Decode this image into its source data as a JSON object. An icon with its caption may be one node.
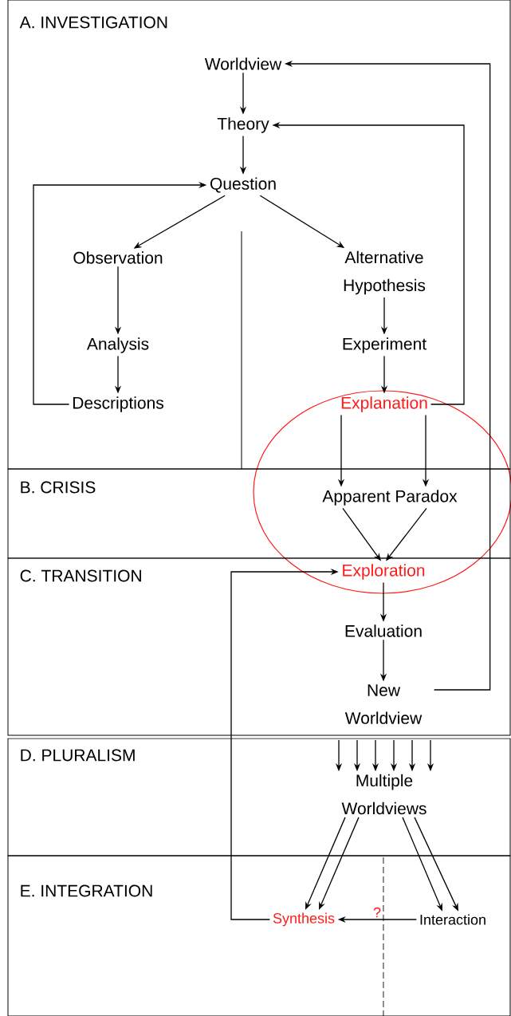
{
  "diagram": {
    "nodes": [
      {
        "text": [
          "A. INVESTIGATION"
        ]
      },
      {
        "text": [
          "Worldview"
        ],
        "in": 0
      },
      {
        "text": [
          "Theory"
        ],
        "in": 0
      },
      {
        "text": [
          "Question"
        ],
        "in": 0
      },
      {
        "text": [
          "Observation"
        ],
        "in": 0
      },
      {
        "text": [
          "Alternative Hypothesis"
        ],
        "in": 0
      },
      {
        "text": [
          "Analysis"
        ],
        "in": 0
      },
      {
        "text": [
          "Experiment"
        ],
        "in": 0
      },
      {
        "text": [
          "Descriptions"
        ],
        "in": 0
      },
      {
        "text": [
          "Explanation"
        ],
        "in": 0
      },
      {
        "text": [
          "B. CRISIS"
        ]
      },
      {
        "text": [
          "Apparent Paradox"
        ],
        "in": 10
      },
      {
        "text": [
          "C. TRANSITION"
        ]
      },
      {
        "text": [
          "Exploration"
        ],
        "in": 12
      },
      {
        "text": [
          "Evaluation"
        ],
        "in": 12
      },
      {
        "text": [
          "New Worldview"
        ],
        "in": 12
      },
      {
        "text": [
          "D. PLURALISM"
        ]
      },
      {
        "text": [
          "Multiple Worldviews"
        ],
        "in": 16
      },
      {
        "text": [
          "E. INTEGRATION"
        ]
      },
      {
        "text": [
          "Synthesis"
        ],
        "in": 18
      },
      {
        "text": [
          "Interaction"
        ],
        "in": 18
      }
    ],
    "edges": [
      {
        "from": 1,
        "to": 2,
        "arrow": "to"
      },
      {
        "from": 2,
        "to": 3,
        "arrow": "to"
      },
      {
        "from": 3,
        "to": 4,
        "arrow": "to"
      },
      {
        "from": 3,
        "to": 5,
        "arrow": "to"
      },
      {
        "from": 4,
        "to": 6,
        "arrow": "to"
      },
      {
        "from": 6,
        "to": 8,
        "arrow": "to"
      },
      {
        "from": 8,
        "to": 3,
        "arrow": "to"
      },
      {
        "from": 5,
        "to": 7,
        "arrow": "to"
      },
      {
        "from": 7,
        "to": 9,
        "arrow": "to"
      },
      {
        "from": 9,
        "to": 2,
        "arrow": "to"
      },
      {
        "from": 9,
        "to": 11,
        "arrow": "to"
      },
      {
        "from": 9,
        "to": 11,
        "arrow": "to"
      },
      {
        "from": 11,
        "to": 13,
        "arrow": "to"
      },
      {
        "from": 11,
        "to": 13,
        "arrow": "to"
      },
      {
        "from": 13,
        "to": 14,
        "arrow": "to"
      },
      {
        "from": 14,
        "to": 15,
        "arrow": "to"
      },
      {
        "from": 15,
        "to": 1,
        "arrow": "to"
      },
      {
        "from": null,
        "to": 17,
        "arrow": "to"
      },
      {
        "from": null,
        "to": 17,
        "arrow": "to"
      },
      {
        "from": null,
        "to": 17,
        "arrow": "to"
      },
      {
        "from": null,
        "to": 17,
        "arrow": "to"
      },
      {
        "from": null,
        "to": 17,
        "arrow": "to"
      },
      {
        "from": null,
        "to": 17,
        "arrow": "to"
      },
      {
        "from": 17,
        "to": 19,
        "arrow": "to"
      },
      {
        "from": 17,
        "to": 19,
        "arrow": "to"
      },
      {
        "from": 17,
        "to": 20,
        "arrow": "to"
      },
      {
        "from": 17,
        "to": 20,
        "arrow": "to"
      },
      {
        "from": 20,
        "to": 19,
        "arrow": "to",
        "label": "?"
      },
      {
        "from": 19,
        "to": 13,
        "arrow": "to"
      }
    ]
  }
}
